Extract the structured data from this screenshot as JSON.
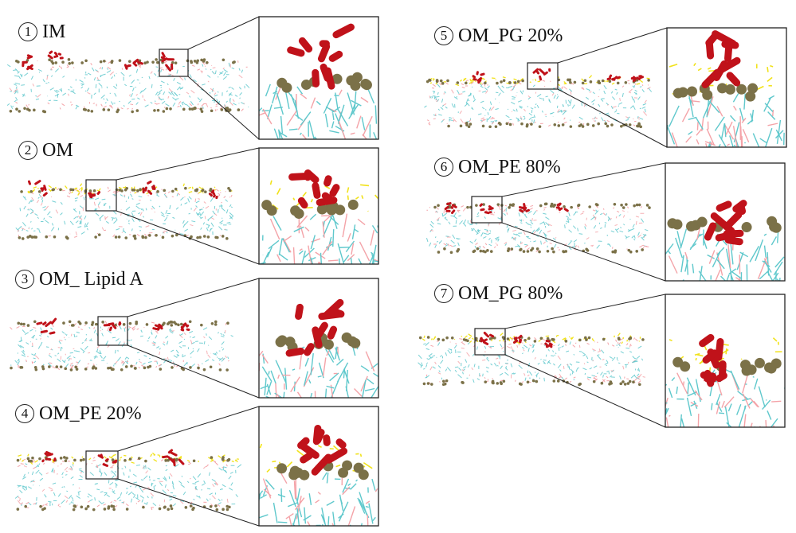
{
  "panels": [
    {
      "number": "1",
      "label": "IM"
    },
    {
      "number": "2",
      "label": "OM"
    },
    {
      "number": "3",
      "label": "OM_ Lipid A"
    },
    {
      "number": "4",
      "label": "OM_PE 20%"
    },
    {
      "number": "5",
      "label": "OM_PG 20%"
    },
    {
      "number": "6",
      "label": "OM_PE 80%"
    },
    {
      "number": "7",
      "label": "OM_PG 80%"
    }
  ],
  "colors": {
    "lipid_tail": "#5fc8cc",
    "lipid_tail_light": "#f4a3a8",
    "headgroup_bead": "#7b7148",
    "headgroup_yellow": "#f1e21a",
    "peptide": "#c0121a",
    "frame": "#222222"
  }
}
